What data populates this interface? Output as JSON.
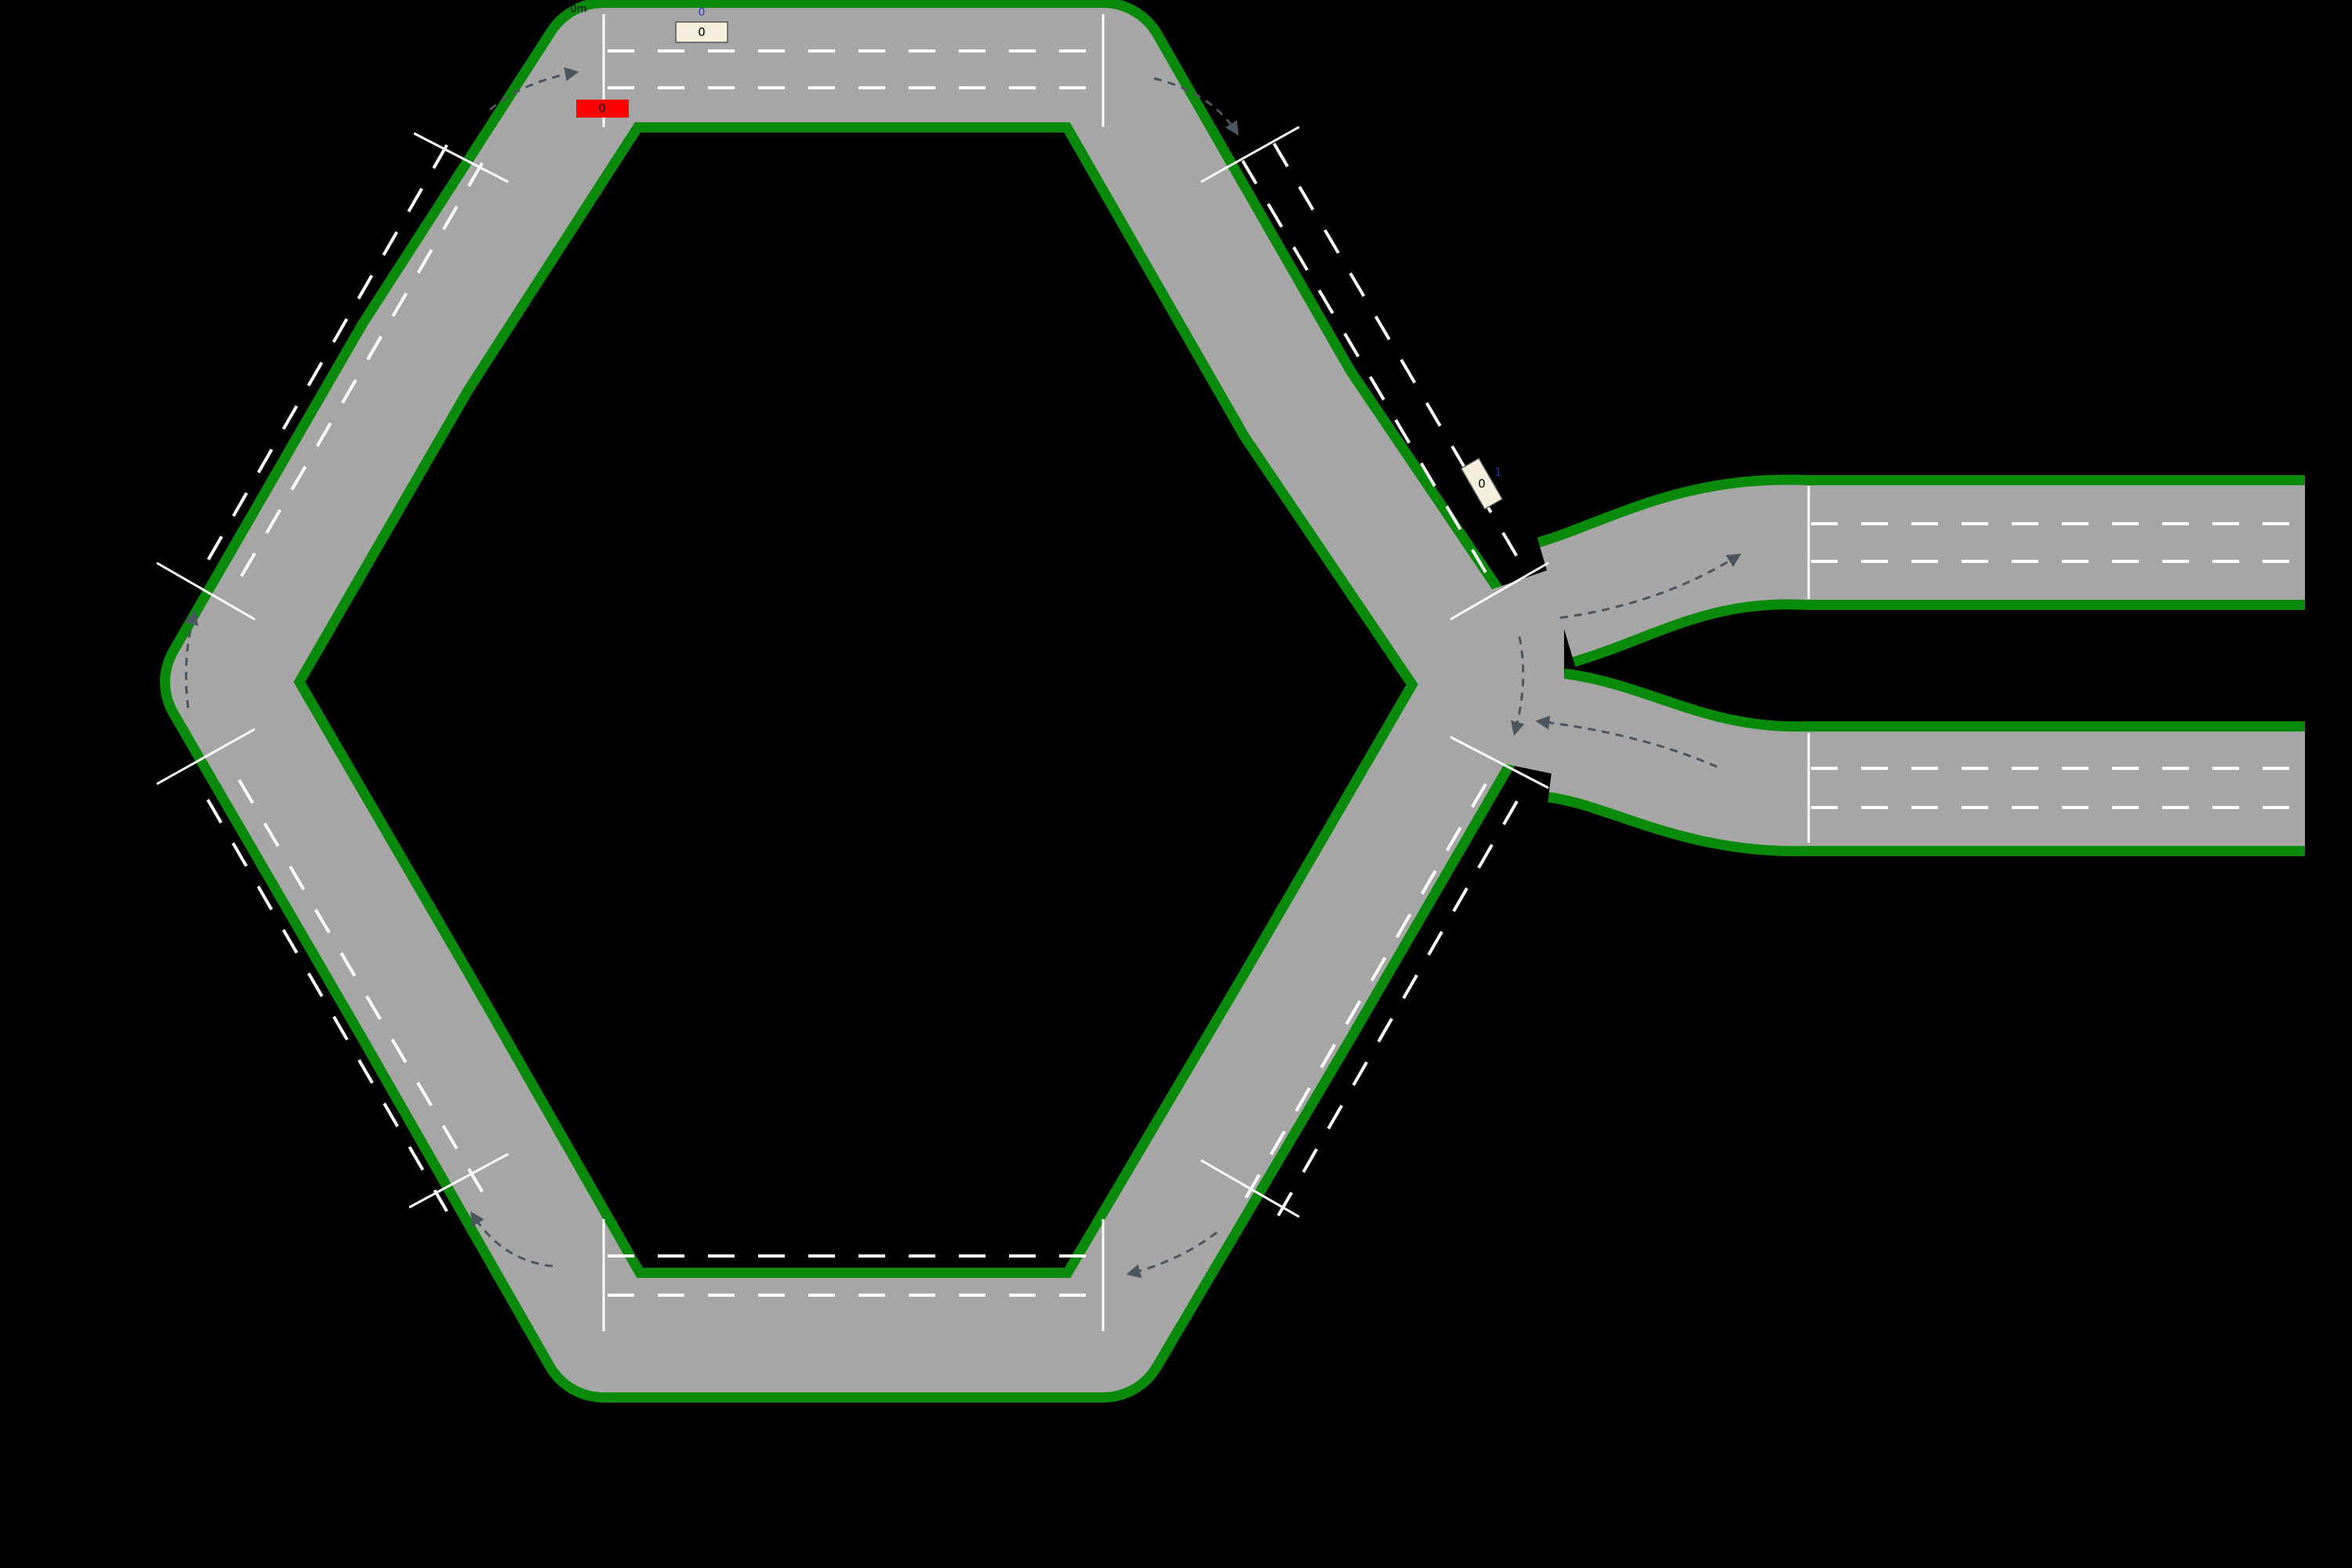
{
  "scene": {
    "type": "road-network-simulation",
    "colors": {
      "background": "#000000",
      "road": "#a6a6a6",
      "edge": "#0a8a0a",
      "lane_marking": "#ffffff",
      "flow_arrow": "#4a5560",
      "ego_vehicle": "#ff0000",
      "other_vehicle": "#f5efdd",
      "id_label": "#2233cc"
    }
  },
  "distance_marker": {
    "text": "0m"
  },
  "vehicles": {
    "ego": {
      "label": "0",
      "color": "#ff0000"
    },
    "top": {
      "label": "0",
      "id": "0"
    },
    "merge": {
      "label": "0",
      "id": "1"
    }
  },
  "flow_arrows": {
    "count": 8,
    "icon": "dashed-arrow"
  }
}
